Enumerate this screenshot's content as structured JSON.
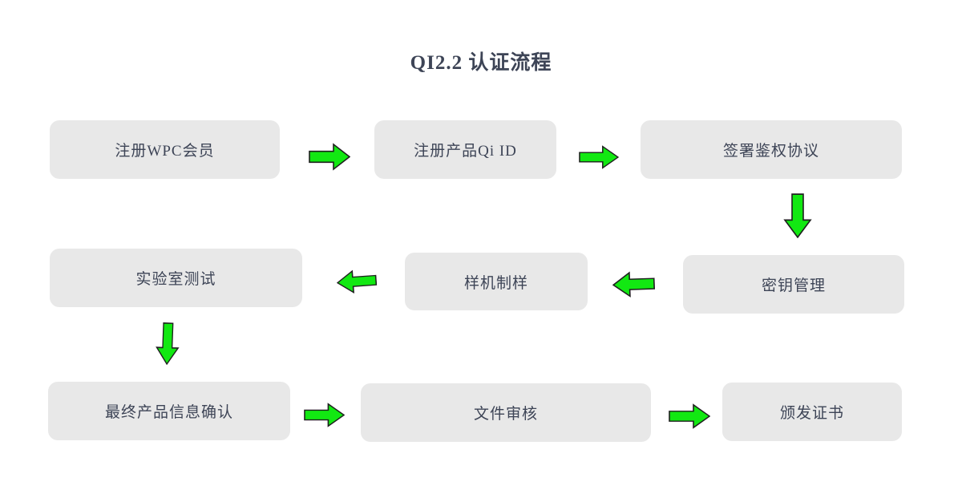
{
  "title": "QI2.2 认证流程",
  "diagram": {
    "type": "flowchart",
    "nodes": [
      {
        "id": "register-wpc-member",
        "label": "注册WPC会员"
      },
      {
        "id": "register-product-qi-id",
        "label": "注册产品Qi ID"
      },
      {
        "id": "sign-authentication-agreement",
        "label": "签署鉴权协议"
      },
      {
        "id": "key-management",
        "label": "密钥管理"
      },
      {
        "id": "prototype-sampling",
        "label": "样机制样"
      },
      {
        "id": "laboratory-testing",
        "label": "实验室测试"
      },
      {
        "id": "final-product-info-confirmation",
        "label": "最终产品信息确认"
      },
      {
        "id": "document-review",
        "label": "文件审核"
      },
      {
        "id": "certificate-issuance",
        "label": "颁发证书"
      }
    ],
    "edges": [
      {
        "from": "注册WPC会员",
        "to": "注册产品Qi ID",
        "direction": "right"
      },
      {
        "from": "注册产品Qi ID",
        "to": "签署鉴权协议",
        "direction": "right"
      },
      {
        "from": "签署鉴权协议",
        "to": "密钥管理",
        "direction": "down"
      },
      {
        "from": "密钥管理",
        "to": "样机制样",
        "direction": "left"
      },
      {
        "from": "样机制样",
        "to": "实验室测试",
        "direction": "left"
      },
      {
        "from": "实验室测试",
        "to": "最终产品信息确认",
        "direction": "down"
      },
      {
        "from": "最终产品信息确认",
        "to": "文件审核",
        "direction": "right"
      },
      {
        "from": "文件审核",
        "to": "颁发证书",
        "direction": "right"
      }
    ],
    "colors": {
      "arrow_fill": "#12e812",
      "arrow_outline": "#1f1f1f",
      "node_fill": "#e8e8e8",
      "text": "#3d4456",
      "background": "#ffffff"
    }
  }
}
